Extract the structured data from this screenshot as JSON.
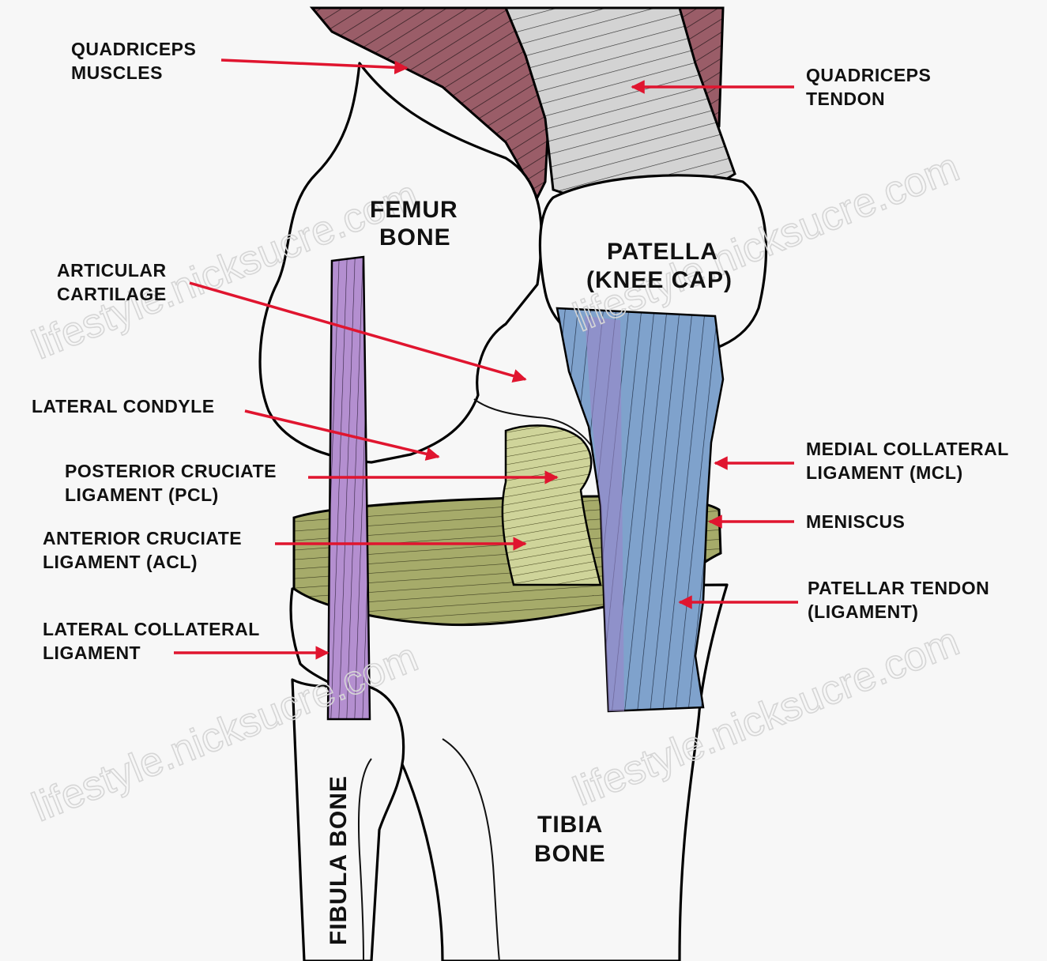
{
  "colors": {
    "background": "#f7f7f7",
    "arrow": "#e0152f",
    "muscle": "#9a5d68",
    "tendon": "#cfcfcf",
    "collateral_ligament": "#b48fd0",
    "patellar_tendon": "#7fa2cc",
    "meniscus": "#a6ab6a",
    "cruciate": "#cfd49a"
  },
  "labels": {
    "quadriceps_muscles": [
      "QUADRICEPS",
      "MUSCLES"
    ],
    "quadriceps_tendon": [
      "QUADRICEPS",
      "TENDON"
    ],
    "femur_bone": [
      "FEMUR",
      "BONE"
    ],
    "patella": [
      "PATELLA",
      "(KNEE CAP)"
    ],
    "articular_cartilage": [
      "ARTICULAR",
      "CARTILAGE"
    ],
    "lateral_condyle": [
      "LATERAL CONDYLE"
    ],
    "posterior_cruciate": [
      "POSTERIOR CRUCIATE",
      "LIGAMENT (PCL)"
    ],
    "anterior_cruciate": [
      "ANTERIOR CRUCIATE",
      "LIGAMENT (ACL)"
    ],
    "lateral_collateral": [
      "LATERAL COLLATERAL",
      "LIGAMENT"
    ],
    "medial_collateral": [
      "MEDIAL COLLATERAL",
      "LIGAMENT (MCL)"
    ],
    "meniscus": [
      "MENISCUS"
    ],
    "patellar_tendon": [
      "PATELLAR TENDON",
      "(LIGAMENT)"
    ],
    "fibula_bone": "FIBULA BONE",
    "tibia_bone": [
      "TIBIA",
      "BONE"
    ]
  },
  "watermark": "lifestyle.nicksucre.com"
}
